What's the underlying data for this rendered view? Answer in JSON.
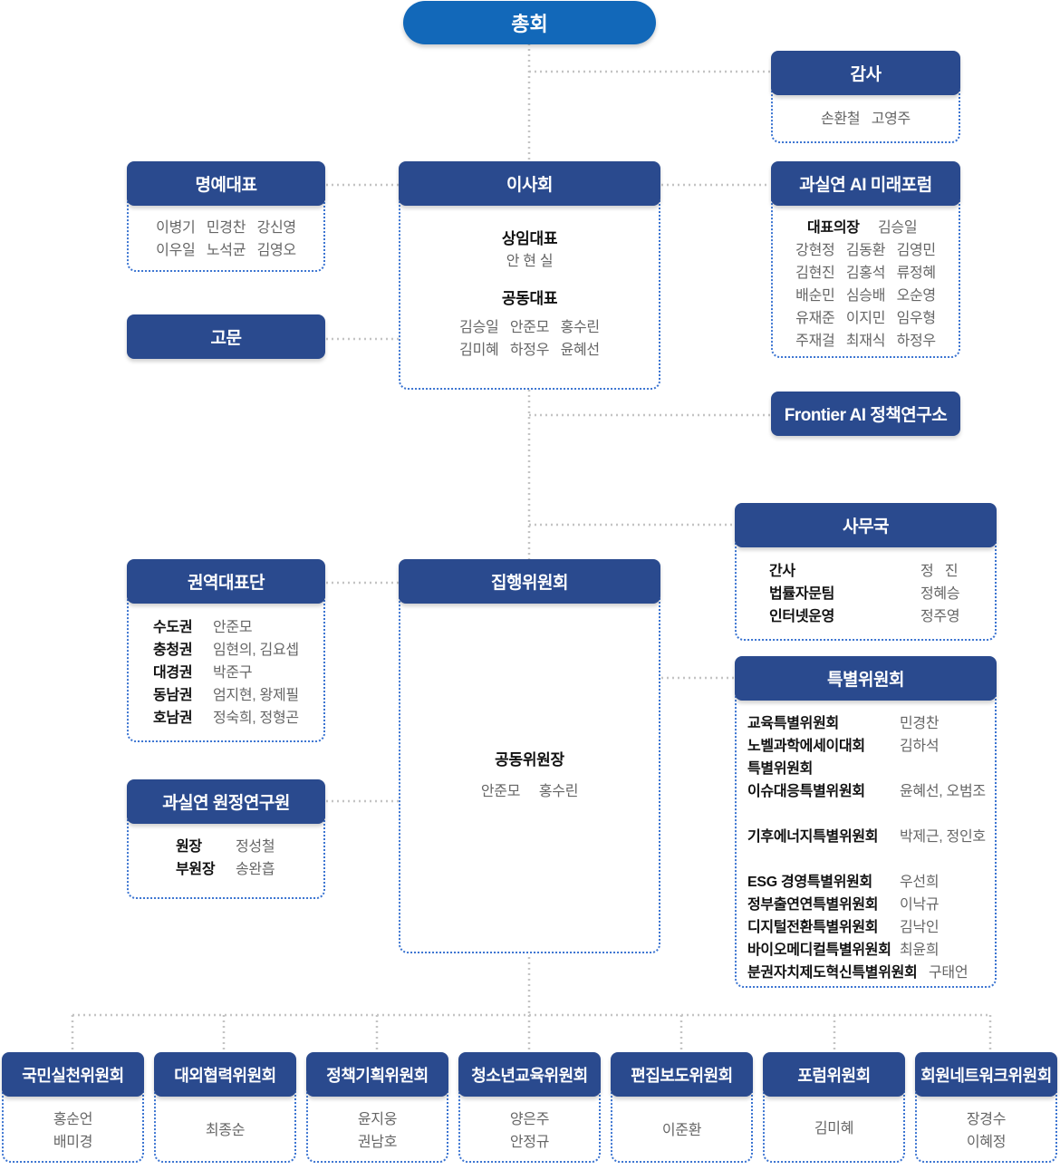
{
  "top": "총회",
  "audit": {
    "title": "감사",
    "members": "손환철   고영주"
  },
  "honorary": {
    "title": "명예대표",
    "row1": "이병기   민경찬   강신영",
    "row2": "이우일   노석균   김영오"
  },
  "advisor": {
    "title": "고문"
  },
  "board": {
    "title": "이사회",
    "standing_title": "상임대표",
    "standing_name": "안 현 실",
    "joint_title": "공동대표",
    "joint_row1": "김승일   안준모   홍수린",
    "joint_row2": "김미혜   하정우   윤혜선"
  },
  "forum": {
    "title": "과실연 AI 미래포럼",
    "chair_label": "대표의장",
    "chair_name": "김승일",
    "rows": [
      "강현정   김동환   김영민",
      "김현진   김홍석   류정혜",
      "배순민   심승배   오순영",
      "유재준   이지민   임우형",
      "주재걸   최재식   하정우"
    ]
  },
  "frontier": {
    "title": "Frontier AI 정책연구소"
  },
  "regional": {
    "title": "권역대표단",
    "items": [
      {
        "label": "수도권",
        "value": "안준모"
      },
      {
        "label": "충청권",
        "value": "임현의, 김요셉"
      },
      {
        "label": "대경권",
        "value": "박준구"
      },
      {
        "label": "동남권",
        "value": "엄지현, 왕제필"
      },
      {
        "label": "호남권",
        "value": "정숙희, 정형곤"
      }
    ]
  },
  "institute": {
    "title": "과실연 원정연구원",
    "items": [
      {
        "label": "원장",
        "value": "정성철"
      },
      {
        "label": "부원장",
        "value": "송완흡"
      }
    ]
  },
  "exec": {
    "title": "집행위원회",
    "chair_title": "공동위원장",
    "chair_names": "안준모     홍수린"
  },
  "secretariat": {
    "title": "사무국",
    "items": [
      {
        "label": "간사",
        "value": "정   진"
      },
      {
        "label": "법률자문팀",
        "value": "정혜승"
      },
      {
        "label": "인터넷운영",
        "value": "정주영"
      }
    ]
  },
  "special": {
    "title": "특별위원회",
    "items": [
      {
        "label": "교육특별위원회",
        "value": "민경찬"
      },
      {
        "label": "노벨과학에세이대회",
        "value": "김하석"
      },
      {
        "label": "특별위원회",
        "value": ""
      },
      {
        "label": "이슈대응특별위원회",
        "value": "윤혜선, 오범조"
      },
      {
        "label": "기후에너지특별위원회",
        "value": "박제근, 정인호"
      },
      {
        "label": "ESG 경영특별위원회",
        "value": "우선희"
      },
      {
        "label": "정부출연연특별위원회",
        "value": "이낙규"
      },
      {
        "label": "디지털전환특별위원회",
        "value": "김낙인"
      },
      {
        "label": "바이오메디컬특별위원회",
        "value": "최윤희"
      },
      {
        "label": "분권자치제도혁신특별위원회",
        "value": "구태언"
      }
    ]
  },
  "committees": [
    {
      "title": "국민실천위원회",
      "line1": "홍순언",
      "line2": "배미경"
    },
    {
      "title": "대외협력위원회",
      "line1": "최종순",
      "line2": ""
    },
    {
      "title": "정책기획위원회",
      "line1": "윤지웅",
      "line2": "권남호"
    },
    {
      "title": "청소년교육위원회",
      "line1": "양은주",
      "line2": "안정규"
    },
    {
      "title": "편집보도위원회",
      "line1": "이준환",
      "line2": ""
    },
    {
      "title": "포럼위원회",
      "line1": "김미혜",
      "line2": ""
    },
    {
      "title": "회원네트워크위원회",
      "line1": "장경수",
      "line2": "이혜정"
    }
  ]
}
